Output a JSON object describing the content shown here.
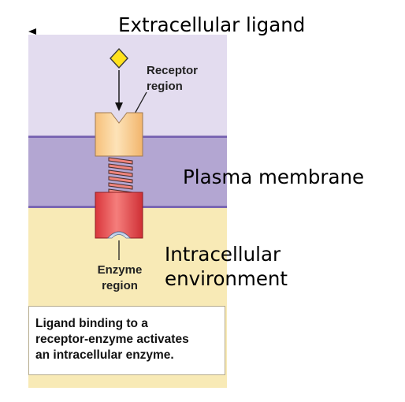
{
  "labels": {
    "extracellular_ligand": "Extracellular ligand",
    "receptor_region": [
      "Receptor",
      "region"
    ],
    "plasma_membrane": "Plasma membrane",
    "intracellular_environment": [
      "Intracellular",
      "environment"
    ],
    "enzyme_region": [
      "Enzyme",
      "region"
    ]
  },
  "caption": [
    "Ligand binding to a",
    "receptor-enzyme activates",
    "an intracellular enzyme."
  ],
  "colors": {
    "extracellular": "#e3dcef",
    "membrane": "#b3a6d2",
    "intracellular": "#f8eab6",
    "ligand": "#ffe21c",
    "receptor": "#f8c98a",
    "enzyme": "#e8484b"
  }
}
